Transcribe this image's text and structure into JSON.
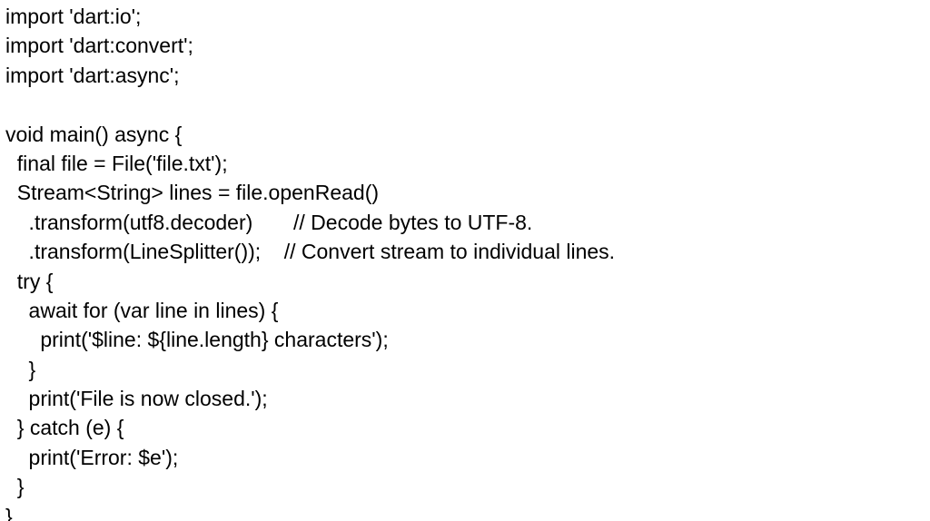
{
  "slide": {
    "code_lines": [
      "import 'dart:io';",
      "import 'dart:convert';",
      "import 'dart:async';",
      "",
      "void main() async {",
      "  final file = File('file.txt');",
      "  Stream<String> lines = file.openRead()",
      "    .transform(utf8.decoder)       // Decode bytes to UTF-8.",
      "    .transform(LineSplitter());    // Convert stream to individual lines.",
      "  try {",
      "    await for (var line in lines) {",
      "      print('$line: ${line.length} characters');",
      "    }",
      "    print('File is now closed.');",
      "  } catch (e) {",
      "    print('Error: $e');",
      "  }",
      "}"
    ]
  }
}
